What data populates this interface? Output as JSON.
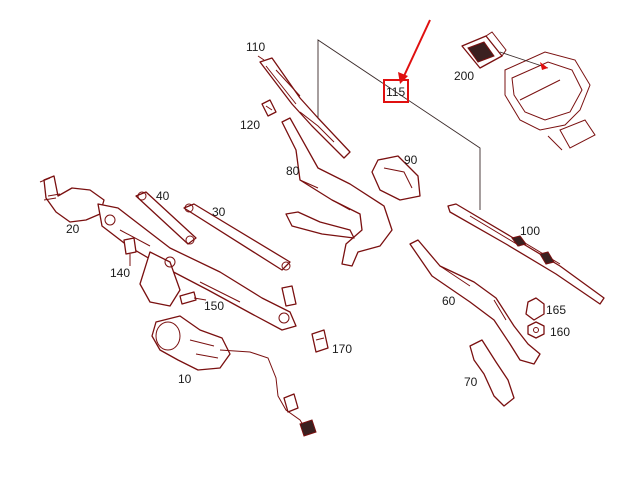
{
  "callouts": {
    "p10": "10",
    "p20": "20",
    "p30": "30",
    "p40": "40",
    "p60": "60",
    "p70": "70",
    "p80": "80",
    "p90": "90",
    "p100": "100",
    "p110": "110",
    "p115": "115",
    "p120": "120",
    "p140": "140",
    "p150": "150",
    "p160": "160",
    "p165": "165",
    "p170": "170",
    "p200": "200"
  },
  "highlight": {
    "part": "115",
    "color": "#e01010"
  },
  "colors": {
    "line": "#7a1010",
    "text": "#1a1a1a",
    "background": "#ffffff"
  }
}
